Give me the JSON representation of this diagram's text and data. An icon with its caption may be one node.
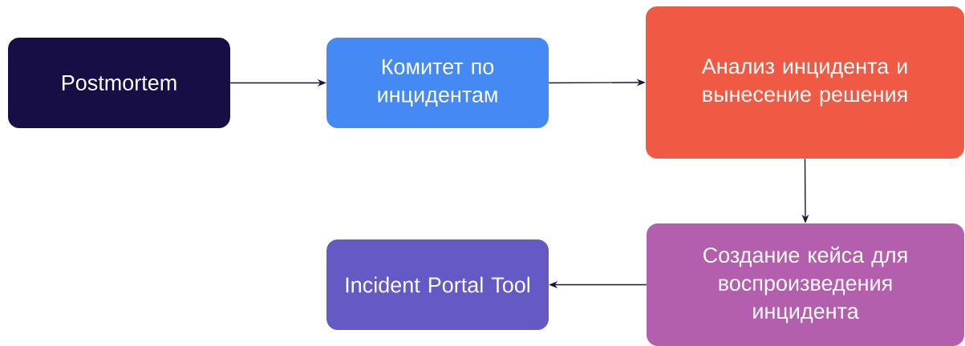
{
  "diagram": {
    "nodes": [
      {
        "text": [
          "Postmortem"
        ]
      },
      {
        "text": [
          "Комитет по инцидентам"
        ]
      },
      {
        "text": [
          "Анализ инцидента и вынесение решения"
        ]
      },
      {
        "text": [
          "Создание кейса для воспроизведения инцидента"
        ]
      },
      {
        "text": [
          "Incident Portal Tool"
        ]
      }
    ],
    "edges": [
      {
        "from": 0,
        "to": 1,
        "arrow": "to"
      },
      {
        "from": 1,
        "to": 2,
        "arrow": "to"
      },
      {
        "from": 2,
        "to": 3,
        "arrow": "to"
      },
      {
        "from": 3,
        "to": 4,
        "arrow": "to"
      }
    ]
  }
}
